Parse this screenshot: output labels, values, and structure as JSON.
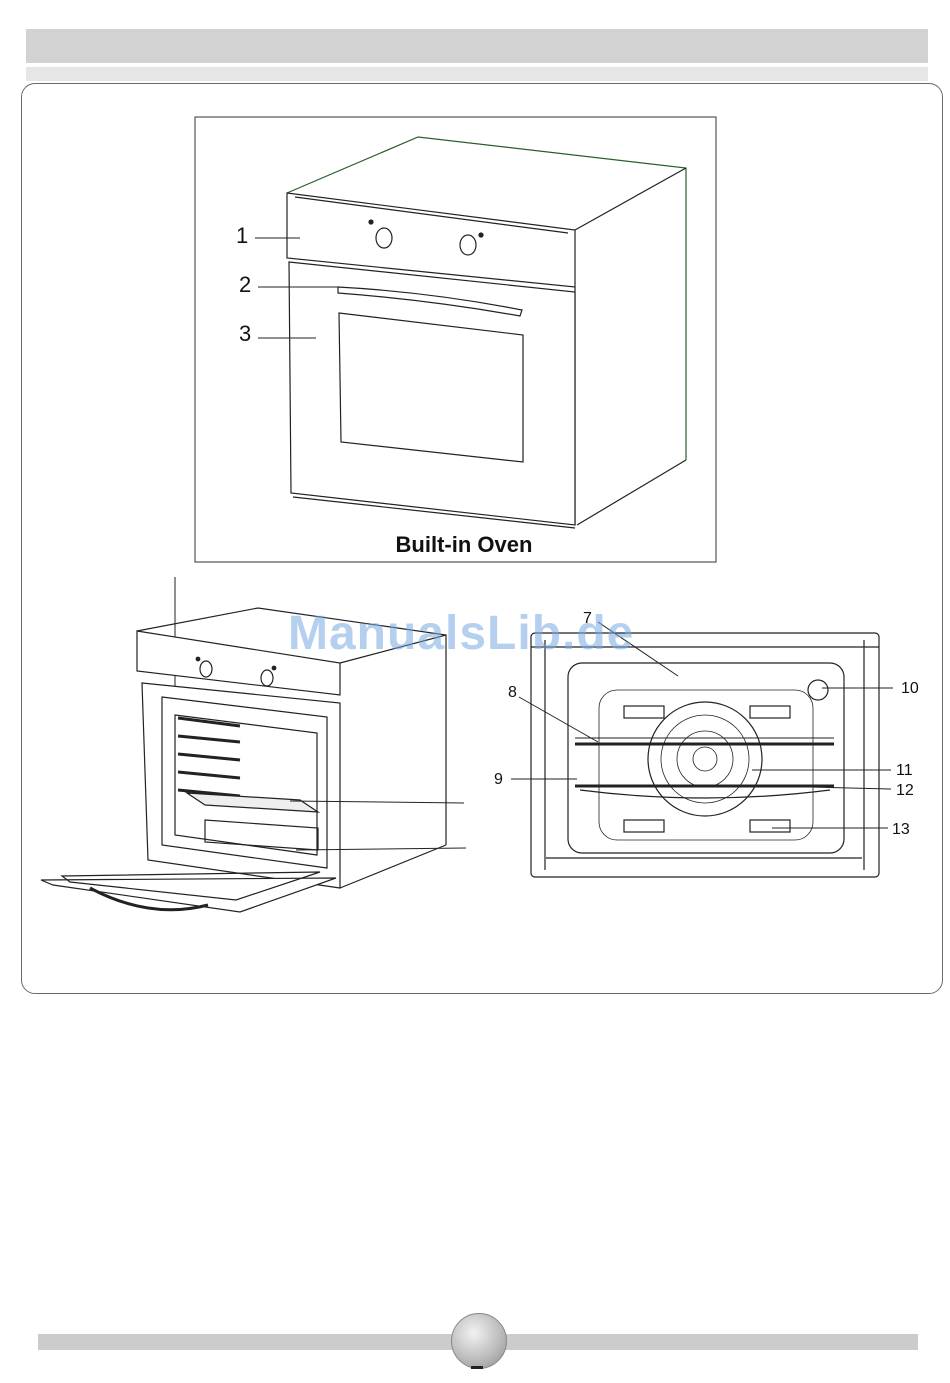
{
  "figure": {
    "caption": "Built-in Oven",
    "front_labels": [
      "1",
      "2",
      "3"
    ],
    "interior_labels": [
      "7",
      "8",
      "9",
      "10",
      "11",
      "12",
      "13"
    ]
  },
  "watermark": "ManualsLib.de"
}
